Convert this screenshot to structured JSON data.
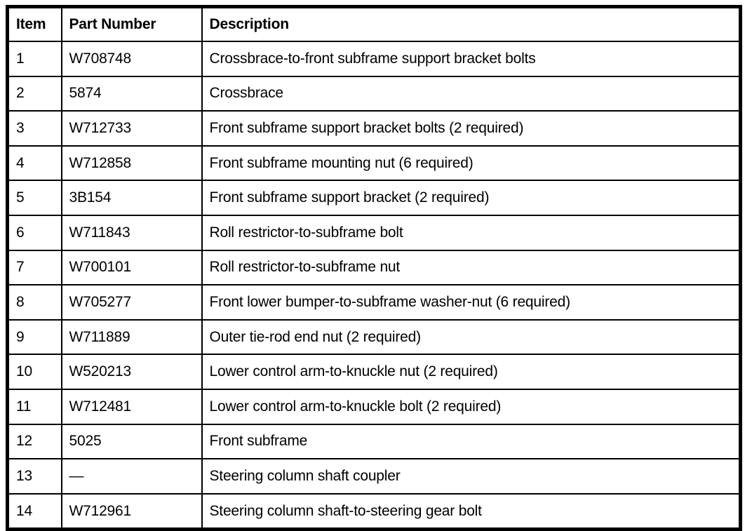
{
  "table": {
    "headers": [
      "Item",
      "Part Number",
      "Description"
    ],
    "rows": [
      {
        "item": "1",
        "part": "W708748",
        "description": "Crossbrace-to-front subframe support bracket bolts"
      },
      {
        "item": "2",
        "part": "5874",
        "description": "Crossbrace"
      },
      {
        "item": "3",
        "part": "W712733",
        "description": "Front subframe support bracket bolts (2 required)"
      },
      {
        "item": "4",
        "part": "W712858",
        "description": "Front subframe mounting nut (6 required)"
      },
      {
        "item": "5",
        "part": "3B154",
        "description": "Front subframe support bracket (2 required)"
      },
      {
        "item": "6",
        "part": "W711843",
        "description": "Roll restrictor-to-subframe bolt"
      },
      {
        "item": "7",
        "part": "W700101",
        "description": "Roll restrictor-to-subframe nut"
      },
      {
        "item": "8",
        "part": "W705277",
        "description": "Front lower bumper-to-subframe washer-nut (6 required)"
      },
      {
        "item": "9",
        "part": "W711889",
        "description": "Outer tie-rod end nut (2 required)"
      },
      {
        "item": "10",
        "part": "W520213",
        "description": "Lower control arm-to-knuckle nut (2 required)"
      },
      {
        "item": "11",
        "part": "W712481",
        "description": "Lower control arm-to-knuckle bolt (2 required)"
      },
      {
        "item": "12",
        "part": "5025",
        "description": "Front subframe"
      },
      {
        "item": "13",
        "part": "—",
        "description": "Steering column shaft coupler"
      },
      {
        "item": "14",
        "part": "W712961",
        "description": "Steering column shaft-to-steering gear bolt"
      }
    ]
  },
  "colors": {
    "border": "#000000",
    "text": "#000000",
    "background": "#ffffff"
  }
}
